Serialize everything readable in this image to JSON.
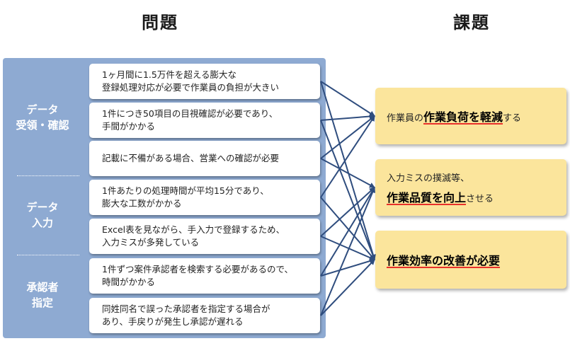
{
  "headings": {
    "problems": "問題",
    "issues": "課題"
  },
  "categories": [
    {
      "line1": "データ",
      "line2": "受領・確認"
    },
    {
      "line1": "データ",
      "line2": "入力"
    },
    {
      "line1": "承認者",
      "line2": "指定"
    }
  ],
  "problems": [
    {
      "line1": "1ヶ月間に1.5万件を超える膨大な",
      "line2": "登録処理対応が必要で作業員の負担が大きい"
    },
    {
      "line1": "1件につき50項目の目視確認が必要であり、",
      "line2": "手間がかかる"
    },
    {
      "line1": "記載に不備がある場合、営業への確認が必要",
      "line2": ""
    },
    {
      "line1": "1件あたりの処理時間が平均15分であり、",
      "line2": "膨大な工数がかかる"
    },
    {
      "line1": "Excel表を見ながら、手入力で登録するため、",
      "line2": "入力ミスが多発している"
    },
    {
      "line1": "1件ずつ案件承認者を検索する必要があるので、",
      "line2": "時間がかかる"
    },
    {
      "line1": "同姓同名で誤った承認者を指定する場合が",
      "line2": "あり、手戻りが発生し承認が遅れる"
    }
  ],
  "issues": [
    {
      "pre": "作業員の",
      "em": "作業負荷を軽減",
      "post": "する"
    },
    {
      "line1": "入力ミスの撲滅等、",
      "em": "作業品質を向上",
      "post": "させる"
    },
    {
      "em": "作業効率の改善が必要"
    }
  ],
  "connections": [
    [
      0,
      0
    ],
    [
      0,
      2
    ],
    [
      1,
      0
    ],
    [
      1,
      2
    ],
    [
      2,
      0
    ],
    [
      2,
      1
    ],
    [
      3,
      0
    ],
    [
      3,
      2
    ],
    [
      4,
      1
    ],
    [
      4,
      2
    ],
    [
      5,
      1
    ],
    [
      5,
      2
    ],
    [
      6,
      1
    ],
    [
      6,
      2
    ]
  ],
  "colors": {
    "panel": "#8eaad2",
    "issue_box": "#fbe59c",
    "arrow": "#2f4d7e",
    "underline": "#e8302a"
  }
}
